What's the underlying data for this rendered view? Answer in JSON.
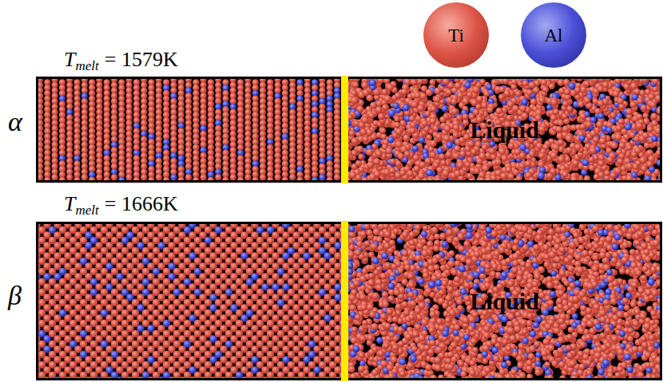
{
  "diagram": {
    "nodes": [
      {
        "text": [
          "Ti"
        ]
      },
      {
        "text": [
          "Al"
        ]
      },
      {
        "text": [
          "Liquid"
        ]
      },
      {
        "text": [
          "Liquid"
        ]
      }
    ],
    "labels": [
      "T",
      "melt",
      "= 1579K",
      "α",
      "T",
      "melt",
      "= 1666K",
      "β"
    ]
  }
}
